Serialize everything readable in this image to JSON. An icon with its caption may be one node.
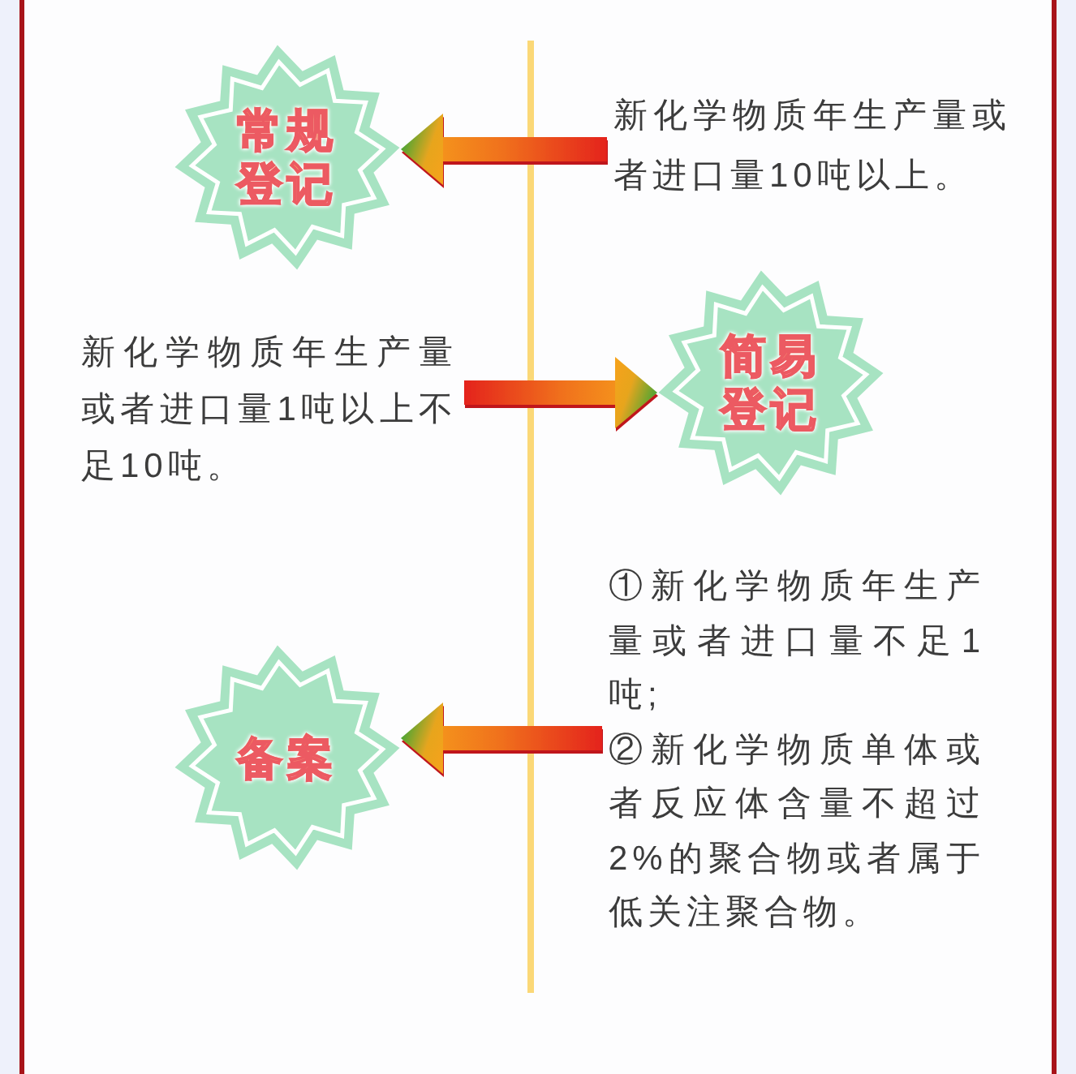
{
  "diagram": {
    "nodes": [
      {
        "text": [
          "常规登记"
        ]
      },
      {
        "text": [
          "新化学物质年生产量或者进口量10吨以上。"
        ]
      },
      {
        "text": [
          "新化学物质年生产量或者进口量1吨以上不足10吨。"
        ]
      },
      {
        "text": [
          "简易登记"
        ]
      },
      {
        "text": [
          "备案"
        ]
      },
      {
        "text": [
          "①新化学物质年生产量或者进口量不足1吨;",
          "②新化学物质单体或者反应体含量不超过2%的聚合物或者属于低关注聚合物。"
        ]
      }
    ],
    "edges": [
      {
        "from": 1,
        "to": 0,
        "arrow": "to"
      },
      {
        "from": 2,
        "to": 3,
        "arrow": "to"
      },
      {
        "from": 5,
        "to": 4,
        "arrow": "to"
      }
    ]
  }
}
